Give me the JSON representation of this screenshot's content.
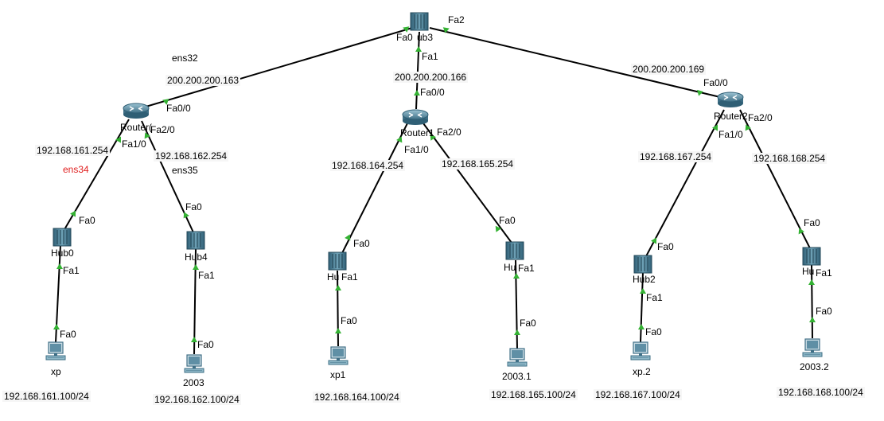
{
  "colors": {
    "link": "#000000",
    "port_light": "#34b233",
    "device": "#3f6f86",
    "device_light": "#8fb8c8",
    "accent_red": "#e02020"
  },
  "devices": {
    "hub3": {
      "label": "ub3"
    },
    "router0": {
      "label": "Router("
    },
    "router1": {
      "label": "Router1"
    },
    "router2": {
      "label": "Router2"
    },
    "hub0": {
      "label": "Hub0"
    },
    "hub4": {
      "label": "Hub4"
    },
    "hub1": {
      "label": "Hu"
    },
    "hub5": {
      "label": "Hu"
    },
    "hub2": {
      "label": "Hub2"
    },
    "hub6": {
      "label": "Hu"
    },
    "pc_xp": {
      "label": "xp",
      "ip": "192.168.161.100/24"
    },
    "pc_2003": {
      "label": "2003",
      "ip": "192.168.162.100/24"
    },
    "pc_xp1": {
      "label": "xp1",
      "ip": "192.168.164.100/24"
    },
    "pc_2003_1": {
      "label": "2003.1",
      "ip": "192.168.165.100/24"
    },
    "pc_xp2": {
      "label": "xp.2",
      "ip": "192.168.167.100/24"
    },
    "pc_2003_2": {
      "label": "2003.2",
      "ip": "192.168.168.100/24"
    }
  },
  "ports": {
    "hub3_fa0": "Fa0",
    "hub3_fa1": "Fa1",
    "hub3_fa2": "Fa2",
    "r0_fa00": "Fa0/0",
    "r0_fa10": "Fa1/0",
    "r0_fa20": "Fa2/0",
    "r1_fa00": "Fa0/0",
    "r1_fa10": "Fa1/0",
    "r1_fa20": "Fa2/0",
    "r2_fa00": "Fa0/0",
    "r2_fa10": "Fa1/0",
    "r2_fa20": "Fa2/0",
    "hub0_fa0": "Fa0",
    "hub0_fa1": "Fa1",
    "hub4_fa0": "Fa0",
    "hub4_fa1": "Fa1",
    "hub1_fa0": "Fa0",
    "hub1_fa1": "Fa1",
    "hub5_fa0": "Fa0",
    "hub5_fa1": "Fa1",
    "hub2_fa0": "Fa0",
    "hub2_fa1": "Fa1",
    "hub6_fa0": "Fa0",
    "hub6_fa1": "Fa1",
    "pc_xp_fa0": "Fa0",
    "pc_2003_fa0": "Fa0",
    "pc_xp1_fa0": "Fa0",
    "pc_2003_1_fa0": "Fa0",
    "pc_xp2_fa0": "Fa0",
    "pc_2003_2_fa0": "Fa0"
  },
  "annotations": {
    "ens32": "ens32",
    "ens34": "ens34",
    "ens35": "ens35",
    "r0_wan": "200.200.200.163",
    "r1_wan": "200.200.200.166",
    "r2_wan": "200.200.200.169",
    "r0_lan1": "192.168.161.254",
    "r0_lan2": "192.168.162.254",
    "r1_lan1": "192.168.164.254",
    "r1_lan2": "192.168.165.254",
    "r2_lan1": "192.168.167.254",
    "r2_lan2": "192.168.168.254"
  }
}
